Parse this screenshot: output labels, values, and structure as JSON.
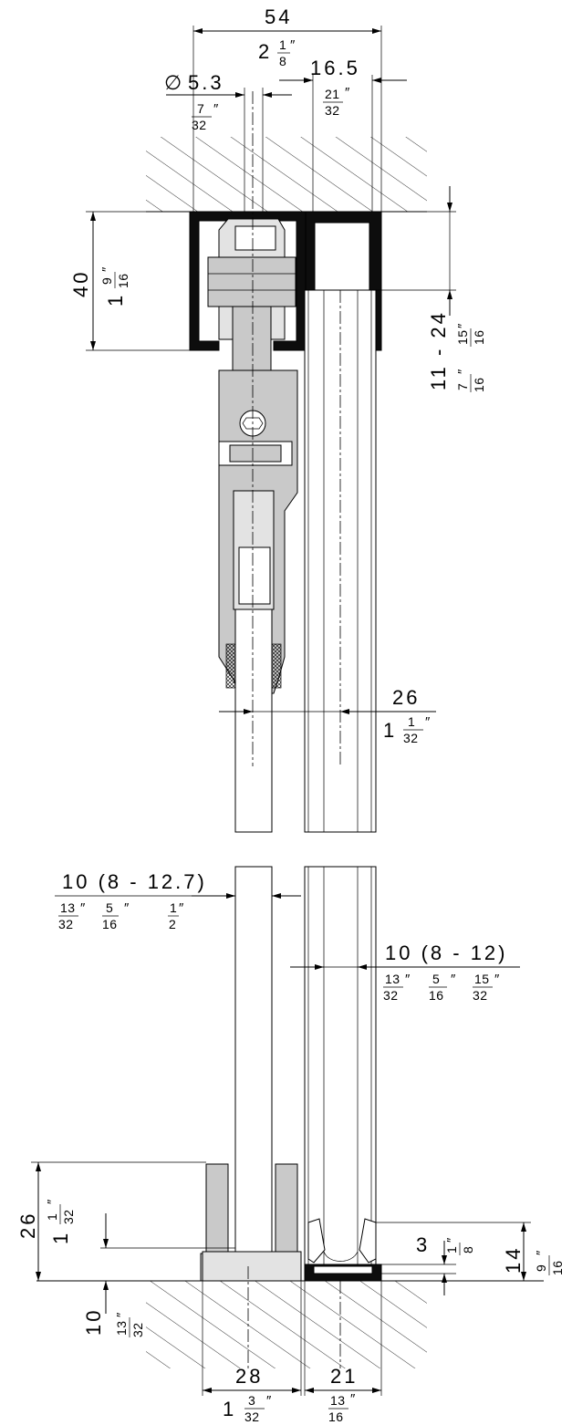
{
  "dimensions": {
    "width_total": {
      "mm": "54",
      "inch_whole": "2",
      "inch_num": "1",
      "inch_den": "8",
      "inch_mark": "″"
    },
    "hole_diameter": {
      "symbol": "∅",
      "mm": "5.3",
      "inch_num": "7",
      "inch_den": "32",
      "inch_mark": "″"
    },
    "track_offset": {
      "mm": "16.5",
      "inch_num": "21",
      "inch_den": "32",
      "inch_mark": "″"
    },
    "track_height": {
      "mm": "40",
      "inch_whole": "1",
      "inch_num": "9",
      "inch_den": "16",
      "inch_mark": "″"
    },
    "adjust_range": {
      "mm": "11 - 24",
      "inch_a_num": "7",
      "inch_a_den": "16",
      "inch_mark": "″",
      "inch_b_num": "15",
      "inch_b_den": "16"
    },
    "panel_spacing": {
      "mm": "26",
      "inch_whole": "1",
      "inch_num": "1",
      "inch_den": "32",
      "inch_mark": "″"
    },
    "glass_left": {
      "mm": "10 (8 - 12.7)",
      "f1_num": "13",
      "f1_den": "32",
      "f2_num": "5",
      "f2_den": "16",
      "f3_num": "1",
      "f3_den": "2",
      "inch_mark": "″"
    },
    "glass_right": {
      "mm": "10 (8 - 12)",
      "f1_num": "13",
      "f1_den": "32",
      "f2_num": "5",
      "f2_den": "16",
      "f3_num": "15",
      "f3_den": "32",
      "inch_mark": "″"
    },
    "guide_height": {
      "mm": "26",
      "inch_whole": "1",
      "inch_num": "1",
      "inch_den": "32",
      "inch_mark": "″"
    },
    "floor_depth": {
      "mm": "10",
      "inch_num": "13",
      "inch_den": "32",
      "inch_mark": "″"
    },
    "guide_width": {
      "mm": "28",
      "inch_whole": "1",
      "inch_num": "3",
      "inch_den": "32",
      "inch_mark": "″"
    },
    "channel_width": {
      "mm": "21",
      "inch_num": "13",
      "inch_den": "16",
      "inch_mark": "″"
    },
    "bottom_gap": {
      "mm": "3",
      "inch_num": "1",
      "inch_den": "8",
      "inch_mark": "″"
    },
    "bottom_track": {
      "mm": "14",
      "inch_num": "9",
      "inch_den": "16",
      "inch_mark": "″"
    }
  }
}
